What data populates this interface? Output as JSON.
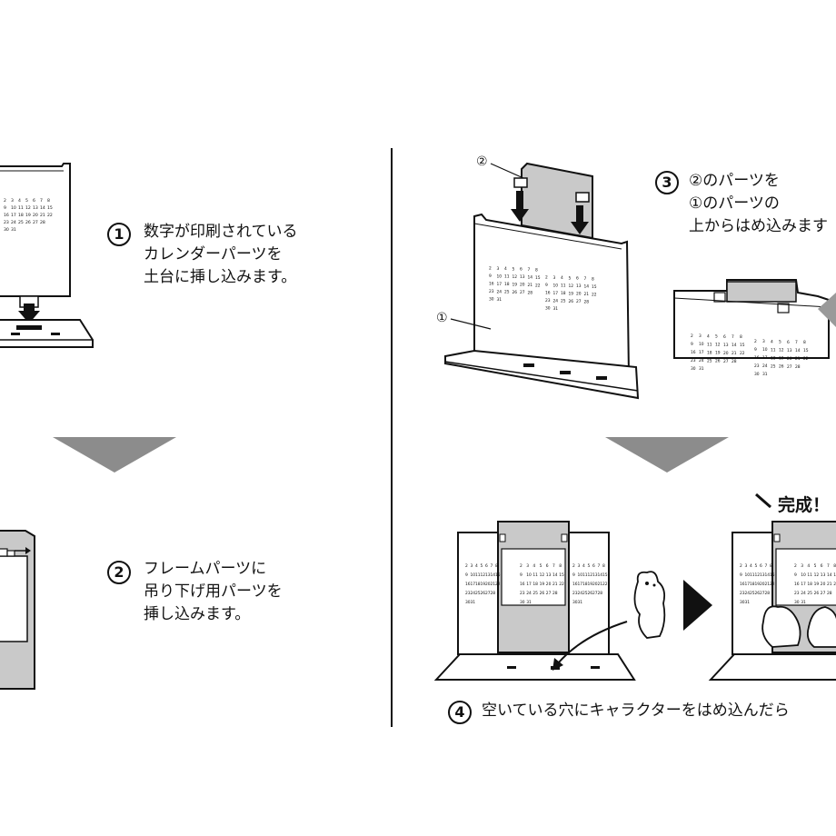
{
  "steps": [
    {
      "number": "1",
      "lines": [
        "数字が印刷されている",
        "カレンダーパーツを",
        "土台に挿し込みます。"
      ]
    },
    {
      "number": "2",
      "lines": [
        "フレームパーツに",
        "吊り下げ用パーツを",
        "挿し込みます。"
      ]
    },
    {
      "number": "3",
      "lines": [
        "②のパーツを",
        "①のパーツの",
        "上からはめ込みます"
      ]
    },
    {
      "number": "4",
      "lines": [
        "空いている穴にキャラクターをはめ込んだら"
      ]
    }
  ],
  "callouts": {
    "part1": "①",
    "part2": "②"
  },
  "completion_label": "完成！",
  "calendar_rows": [
    [
      "",
      "",
      "",
      "",
      "",
      "",
      ""
    ],
    [
      "2",
      "3",
      "4",
      "5",
      "6",
      "7",
      "8"
    ],
    [
      "9",
      "10",
      "11",
      "12",
      "13",
      "14",
      "15"
    ],
    [
      "16",
      "17",
      "18",
      "19",
      "20",
      "21",
      "22"
    ],
    [
      "23",
      "24",
      "25",
      "26",
      "27",
      "28",
      ""
    ],
    [
      "30",
      "31",
      "",
      "",
      "",
      "",
      ""
    ]
  ],
  "colors": {
    "ink": "#111111",
    "arrow_gray": "#8c8c8c",
    "panel_gray": "#c9c9c9",
    "background": "#ffffff"
  }
}
